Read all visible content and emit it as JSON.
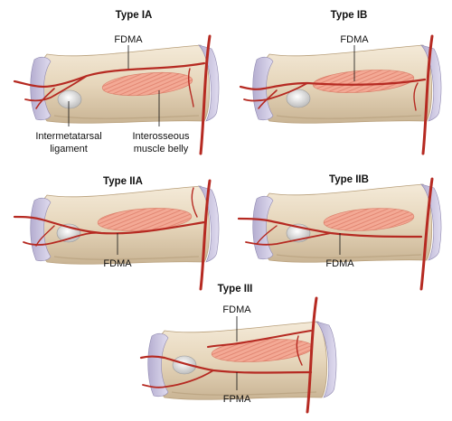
{
  "panels": [
    {
      "title": "Type IA",
      "labels": [
        "FDMA",
        "Intermetatarsal",
        "ligament",
        "Interosseous",
        "muscle belly"
      ]
    },
    {
      "title": "Type IB",
      "labels": [
        "FDMA"
      ]
    },
    {
      "title": "Type IIA",
      "labels": [
        "FDMA"
      ]
    },
    {
      "title": "Type IIB",
      "labels": [
        "FDMA"
      ]
    },
    {
      "title": "Type III",
      "labels": [
        "FDMA",
        "FPMA"
      ]
    }
  ],
  "colors": {
    "bone": "#e9dcc6",
    "bone_shade": "#c9b595",
    "cartilage": "#c8c3dc",
    "muscle": "#f2a894",
    "artery": "#b62a22",
    "ligament": "#efefef"
  }
}
